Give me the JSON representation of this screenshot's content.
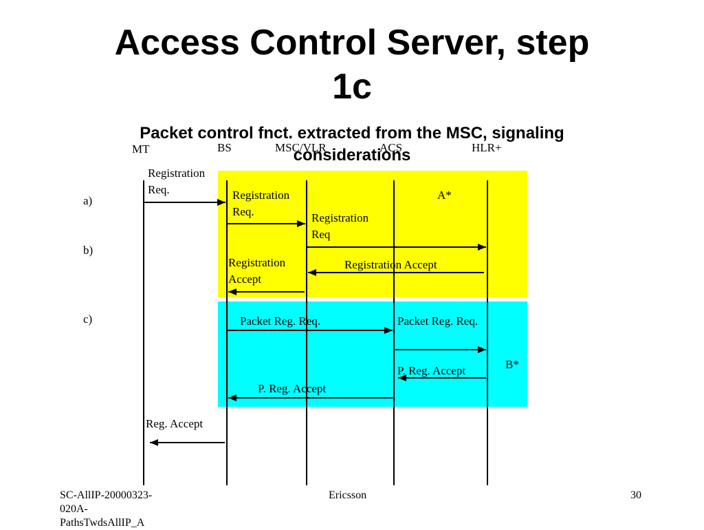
{
  "slide": {
    "title_line1": "Access Control Server, step",
    "title_line2": "1c",
    "subtitle_line1": "Packet control fnct. extracted from the MSC, signaling",
    "subtitle_line2": "considerations"
  },
  "colors": {
    "box_a": "#ffff00",
    "box_b": "#00ffff",
    "line": "#000000"
  },
  "entities": [
    "MT",
    "BS",
    "MSC/VLR",
    "ACS",
    "HLR+"
  ],
  "steps": {
    "a": "a)",
    "b": "b)",
    "c": "c)"
  },
  "boxes": {
    "a": "A*",
    "b": "B*"
  },
  "messages": {
    "m1_line1": "Registration",
    "m1_line2": "Req.",
    "m2_line1": "Registration",
    "m2_line2": "Req.",
    "m3_line1": "Registration",
    "m3_line2": "Req",
    "m4": "Registration Accept",
    "m5_line1": "Registration",
    "m5_line2": "Accept",
    "m6": "Packet Reg. Req.",
    "m7": "Packet Reg. Req.",
    "m8": "P. Reg. Accept",
    "m9": "P. Reg. Accept",
    "m10": "Reg.  Accept"
  },
  "footer": {
    "doc_line1": "SC-AllIP-20000323-",
    "doc_line2": "020A-",
    "doc_line3": "PathsTwdsAllIP_A",
    "company": "Ericsson",
    "page": "30"
  }
}
